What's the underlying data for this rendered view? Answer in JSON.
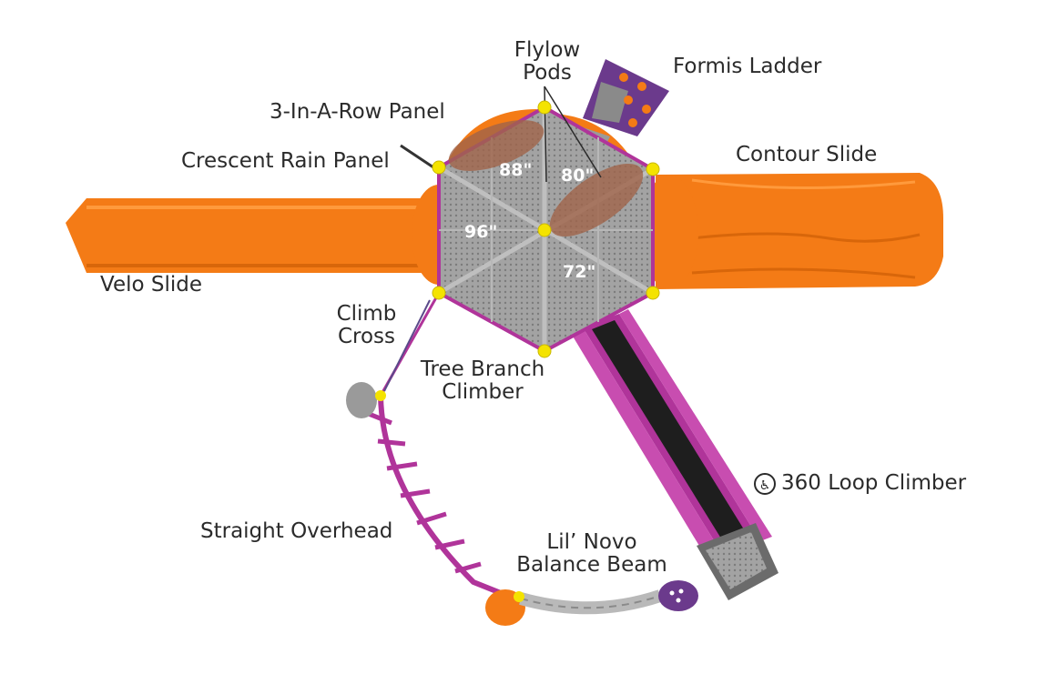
{
  "labels": {
    "flylow_pods_1": "Flylow",
    "flylow_pods_2": "Pods",
    "formis_ladder": "Formis Ladder",
    "three_in_a_row": "3-In-A-Row Panel",
    "crescent_rain": "Crescent Rain Panel",
    "contour_slide": "Contour Slide",
    "velo_slide": "Velo Slide",
    "climb_cross_1": "Climb",
    "climb_cross_2": "Cross",
    "tree_branch_1": "Tree Branch",
    "tree_branch_2": "Climber",
    "loop_climber": "360 Loop Climber",
    "straight_overhead": "Straight Overhead",
    "balance_beam_1": "Lil’ Novo",
    "balance_beam_2": "Balance Beam"
  },
  "heights": {
    "h88": "88\"",
    "h80": "80\"",
    "h96": "96\"",
    "h72": "72\""
  },
  "icons": {
    "accessibility": "wheelchair-accessible-icon"
  },
  "colors": {
    "slide_orange": "#f47b16",
    "slide_orange_dark": "#e06a0c",
    "deck_gray": "#9a9a9a",
    "frame_purple": "#b0349a",
    "post_yellow": "#f4e300",
    "ladder_purple": "#6b3a8c",
    "tunnel_black": "#1e1e1e",
    "label_text": "#2b2b2b"
  }
}
